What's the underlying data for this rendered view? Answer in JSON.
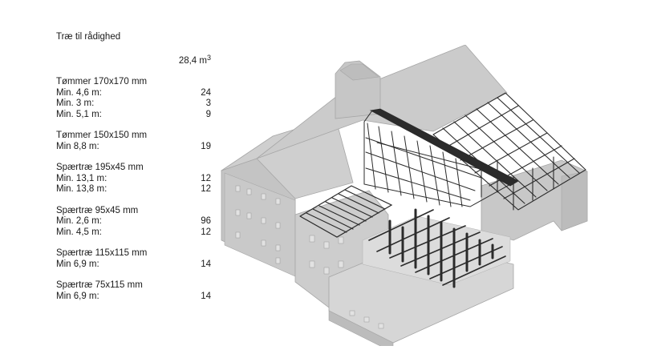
{
  "panel": {
    "title": "Træ til rådighed",
    "total": {
      "value": "28,4 m",
      "unit_exp": "3"
    },
    "groups": [
      {
        "heading": "Tømmer 170x170 mm",
        "rows": [
          {
            "label": "Min. 4,6 m:",
            "value": "24"
          },
          {
            "label": "Min. 3 m:",
            "value": "3"
          },
          {
            "label": "Min. 5,1 m:",
            "value": "9"
          }
        ]
      },
      {
        "heading": "Tømmer 150x150 mm",
        "rows": [
          {
            "label": "Min 8,8 m:",
            "value": "19"
          }
        ]
      },
      {
        "heading": "Spærtræ 195x45 mm",
        "rows": [
          {
            "label": "Min. 13,1 m:",
            "value": "12"
          },
          {
            "label": "Min. 13,8 m:",
            "value": "12"
          }
        ]
      },
      {
        "heading": "Spærtræ 95x45 mm",
        "rows": [
          {
            "label": "Min. 2,6 m:",
            "value": "96"
          },
          {
            "label": "Min. 4,5 m:",
            "value": "12"
          }
        ]
      },
      {
        "heading": "Spærtræ 115x115 mm",
        "rows": [
          {
            "label": "Min 6,9 m:",
            "value": "14"
          }
        ]
      },
      {
        "heading": "Spærtræ 75x115 mm",
        "rows": [
          {
            "label": "Min 6,9 m:",
            "value": "14"
          }
        ]
      }
    ]
  },
  "colors": {
    "building_light": "#d3d3d3",
    "building_mid": "#c2c2c2",
    "building_dark": "#b0b0b0",
    "edge": "#a6a6a6",
    "timber": "#2b2b2b",
    "text": "#1a1a1a"
  }
}
